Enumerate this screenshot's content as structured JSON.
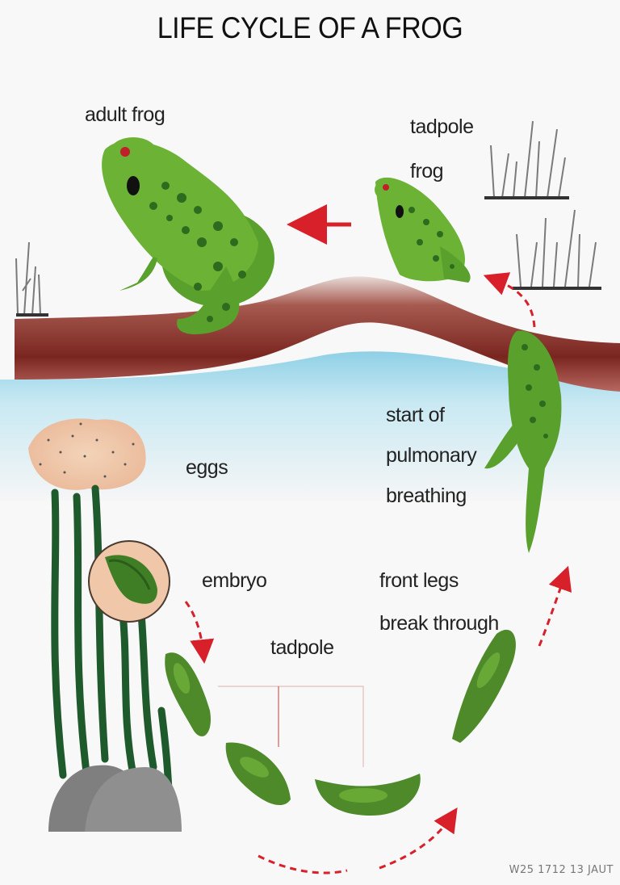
{
  "title": "LIFE CYCLE OF A FROG",
  "labels": {
    "adult_frog": "adult frog",
    "tadpole_frog_1": "tadpole",
    "tadpole_frog_2": "frog",
    "start_1": "start of",
    "start_2": "pulmonary",
    "start_3": "breathing",
    "eggs": "eggs",
    "embryo": "embryo",
    "tadpole": "tadpole",
    "front_1": "front legs",
    "front_2": "break through"
  },
  "watermark": "W25 1712 13 JAUT",
  "colors": {
    "frog_green": "#5aa02c",
    "frog_spot": "#2f6b1e",
    "soil": "#8b2e28",
    "water": "#bfe4ef",
    "arrow": "#d8202a",
    "eggs": "#f0c7a8",
    "reed": "#1f5a2c",
    "rock": "#8a8a8a"
  }
}
